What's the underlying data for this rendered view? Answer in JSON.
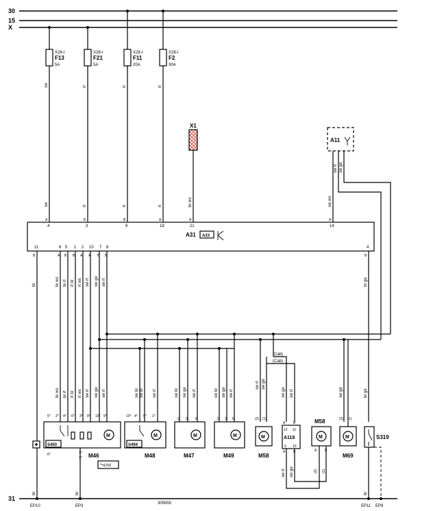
{
  "rails": {
    "r30": "30",
    "r15": "15",
    "rX": "X",
    "r31": "31"
  },
  "fuses": [
    {
      "conn": "X28-I",
      "name": "F13",
      "rating": "5A",
      "wire": "sw"
    },
    {
      "conn": "X28-I",
      "name": "F21",
      "rating": "5A",
      "wire": "rt"
    },
    {
      "conn": "X28-I",
      "name": "F11",
      "rating": "20A",
      "wire": "rt"
    },
    {
      "conn": "X28-I",
      "name": "F2",
      "rating": "30A",
      "wire": "rt"
    }
  ],
  "top_pins": [
    "4",
    "3",
    "9",
    "18",
    "21",
    "14"
  ],
  "top_pin_letters": [
    "A",
    "B",
    "B",
    "A",
    "A",
    "A"
  ],
  "x1": {
    "name": "X1",
    "wire": "br ws"
  },
  "a11": {
    "name": "A11",
    "wire1": "sw rt",
    "wire2": "sw ge",
    "wire3": "sw ws"
  },
  "module": {
    "name": "A31",
    "sub": "A23"
  },
  "bottom_pins": [
    "11",
    "6",
    "5",
    "1",
    "2",
    "10",
    "7",
    "8",
    "4"
  ],
  "bottom_pin_letters": [
    "B",
    "A",
    "B",
    "B",
    "A",
    "A",
    "B",
    "B",
    "B"
  ],
  "bottom_wires": [
    "br",
    "br ws",
    "br rt",
    "rt bl",
    "rt ws",
    "sw rt",
    "sw ge",
    "sw rt",
    "br ge"
  ],
  "cab1": "(Cab)",
  "cab2": "(Cab)",
  "components": {
    "s493": "S493",
    "m46": "M46",
    "s494": "S494",
    "m48": "M48",
    "m47": "M47",
    "m49": "M49",
    "m58a": "M58",
    "a118": "A118",
    "m58b": "M58",
    "m69": "M69",
    "s319": "S319",
    "m": "M"
  },
  "m46_wires": [
    "br ws",
    "br rt",
    "rt bl",
    "rt ws",
    "sw rt",
    "sw ge",
    "sw rt"
  ],
  "m48_wires": [
    "sw bl",
    "sw bl",
    "sw rt"
  ],
  "m47_wires": [
    "sw bl",
    "sw ge",
    "sw rt"
  ],
  "m49_wires": [
    "sw bl",
    "sw ge",
    "sw rt"
  ],
  "m58a_wires": [
    "sw rt",
    "sw ge"
  ],
  "a118_wires": [
    "sw ge",
    "sw rt"
  ],
  "m69_wires": [
    "sw ge"
  ],
  "s319_wire": "br ge",
  "m46_pins": [
    "5*",
    "2*",
    "4*",
    "6*",
    "3*",
    "8*",
    "10*",
    "9*",
    "1*",
    "1*",
    "6*"
  ],
  "s493_pins": [
    "5*",
    "2*",
    "6*"
  ],
  "m48_pins": [
    "10*",
    "4*",
    "5*",
    "1*"
  ],
  "m47_pins": [
    "2",
    "3",
    "6"
  ],
  "m49_pins": [
    "2",
    "3",
    "6"
  ],
  "m58a_pins": [
    "(2)",
    "(1)"
  ],
  "a118_pins": [
    "A",
    "B",
    "12",
    "11",
    "9",
    "10",
    "A",
    "B"
  ],
  "m58b_pins": [
    "(2)",
    "(1)",
    "A",
    "B"
  ],
  "m69_pins": [
    "(2)",
    "(1)",
    "B",
    "A"
  ],
  "lhd_note": "*=Lhd",
  "ground_labels": [
    "br",
    "br",
    "br"
  ],
  "ground_points": [
    "EP10",
    "EP3",
    "EP11",
    "EP9"
  ],
  "ref": "305655",
  "dash_wires": [
    "sw rt",
    "sw ge"
  ]
}
